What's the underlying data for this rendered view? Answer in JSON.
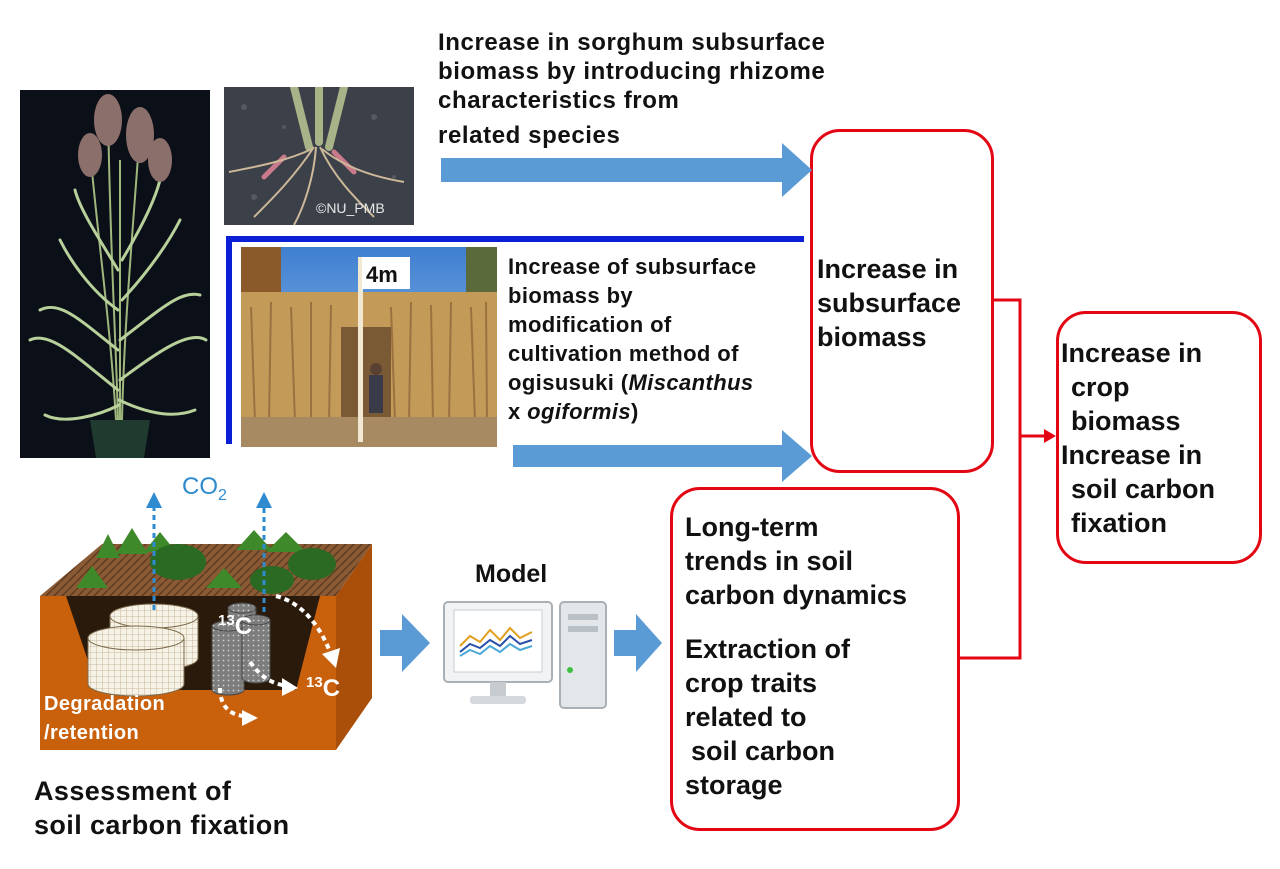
{
  "top_text": {
    "line1": "Increase in sorghum subsurface",
    "line2": "biomass by introducing rhizome",
    "line3": "characteristics from",
    "line4": "related species"
  },
  "mid_text": {
    "line1": "Increase of subsurface",
    "line2": "biomass by",
    "line3": "modification of",
    "line4": "cultivation method of",
    "line5_pre": "ogisusuki (",
    "line5_italic": "Miscanthus",
    "line6_pre": "x ",
    "line6_italic": "ogiformis",
    "line6_post": ")"
  },
  "photo_labels": {
    "copyright": "©NU_PMB",
    "height_marker": "4m"
  },
  "box_subsurface": [
    "Increase in",
    "subsurface",
    "biomass"
  ],
  "box_final": [
    "Increase in",
    "crop",
    "biomass",
    "Increase in",
    "soil carbon",
    "fixation"
  ],
  "box_model_output": {
    "part1": [
      "Long-term",
      "trends in soil",
      "carbon dynamics"
    ],
    "part2": [
      "Extraction of",
      "crop traits",
      "related to",
      "soil carbon",
      "storage"
    ]
  },
  "soil_diagram": {
    "co2": "CO",
    "co2_sub": "2",
    "isotope_mass": "13",
    "isotope_element": "C",
    "label_line1": "Degradation",
    "label_line2": "/retention"
  },
  "model_label": "Model",
  "assessment": [
    "Assessment of",
    "soil carbon fixation"
  ],
  "colors": {
    "arrow_blue": "#5b9bd5",
    "box_red": "#e30613",
    "bracket_blue": "#0a1fd6",
    "soil_orange": "#c8600c"
  }
}
